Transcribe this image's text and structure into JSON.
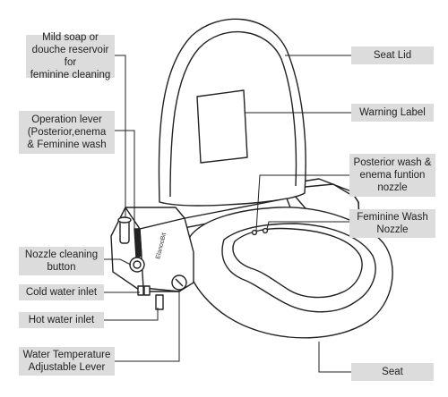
{
  "labels": {
    "mild_soap": "Mild soap or\ndouche reservoir for\nfeminine cleaning",
    "operation_lever": "Operation lever\n(Posterior,enema\n& Feminine wash",
    "nozzle_cleaning": "Nozzle cleaning\nbutton",
    "cold_water": "Cold water inlet",
    "hot_water": "Hot water inlet",
    "water_temp": "Water Temperature\nAdjustable Lever",
    "seat_lid": "Seat Lid",
    "warning_label": "Warning Label",
    "posterior_wash": "Posterior wash &\nenema funtion\nnozzle",
    "feminine_wash": "Feminine Wash\nNozzle",
    "seat": "Seat"
  },
  "brand_text": "ElanooBit",
  "colors": {
    "label_bg": "#dcdcdc",
    "line": "#222222",
    "fill": "#ffffff"
  }
}
